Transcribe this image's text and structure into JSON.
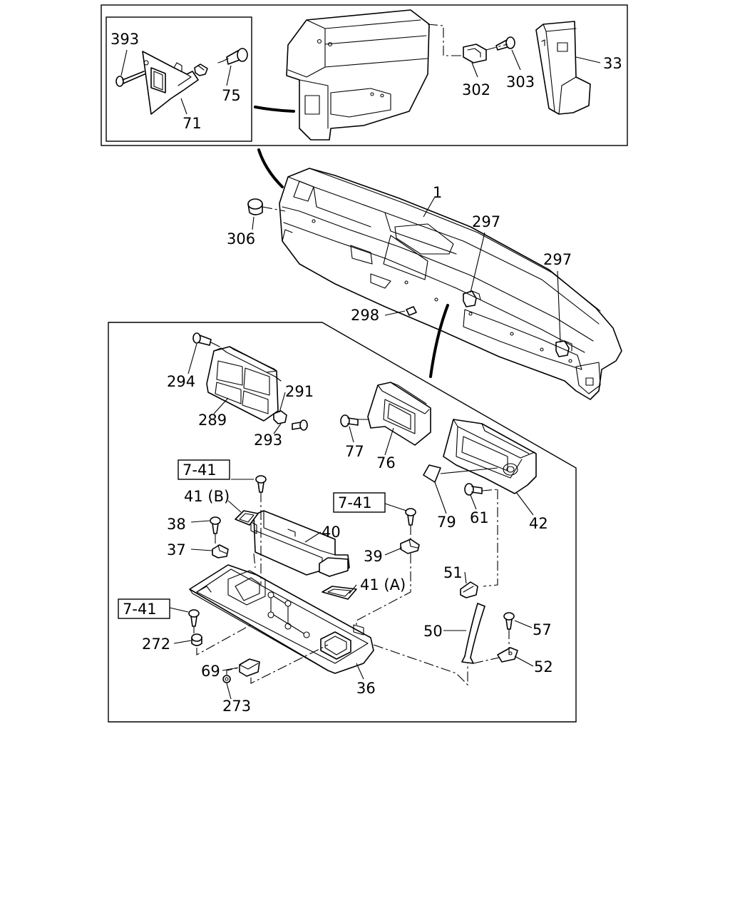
{
  "labels": {
    "p393": "393",
    "p75": "75",
    "p71": "71",
    "p302": "302",
    "p303": "303",
    "p33": "33",
    "p1": "1",
    "p306": "306",
    "p297a": "297",
    "p297b": "297",
    "p298": "298",
    "p294": "294",
    "p291": "291",
    "p289": "289",
    "p293": "293",
    "p77": "77",
    "p76": "76",
    "p79": "79",
    "p61": "61",
    "p42": "42",
    "p41b": "41 (B)",
    "p38": "38",
    "p37": "37",
    "p40": "40",
    "p39": "39",
    "p41a": "41 (A)",
    "p51": "51",
    "p50": "50",
    "p57": "57",
    "p52": "52",
    "p272": "272",
    "p69": "69",
    "p273": "273",
    "p36": "36"
  },
  "refs": {
    "r1": "7-41",
    "r2": "7-41",
    "r3": "7-41"
  }
}
